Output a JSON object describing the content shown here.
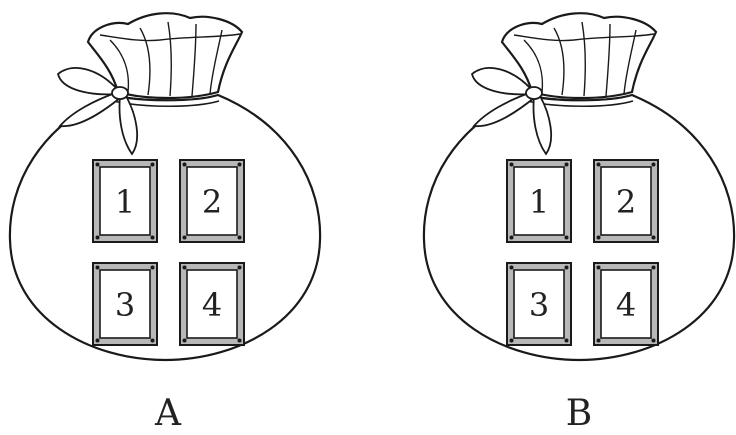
{
  "bags": [
    {
      "id": "A",
      "label": "A",
      "cards": [
        "1",
        "2",
        "3",
        "4"
      ]
    },
    {
      "id": "B",
      "label": "B",
      "cards": [
        "1",
        "2",
        "3",
        "4"
      ]
    }
  ],
  "colors": {
    "outline": "#1a1a1a",
    "card_frame": "#b8b8b8",
    "card_inner": "#ffffff",
    "background": "#ffffff"
  }
}
